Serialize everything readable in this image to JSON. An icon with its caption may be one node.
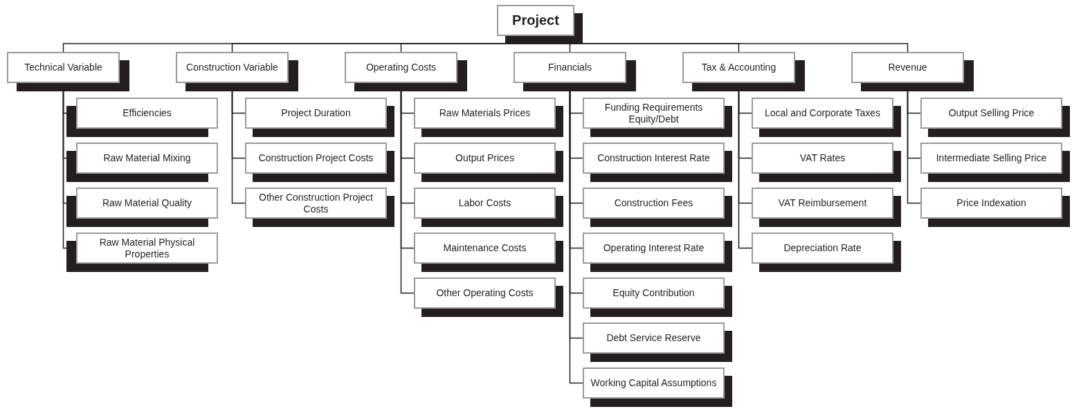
{
  "diagram": {
    "nodes": [
      {
        "text": [
          "Project"
        ]
      },
      {
        "text": [
          "Technical Variable"
        ]
      },
      {
        "text": [
          "Construction Variable"
        ]
      },
      {
        "text": [
          "Operating Costs"
        ]
      },
      {
        "text": [
          "Financials"
        ]
      },
      {
        "text": [
          "Tax & Accounting"
        ]
      },
      {
        "text": [
          "Revenue"
        ]
      },
      {
        "text": [
          "Efficiencies"
        ]
      },
      {
        "text": [
          "Raw Material Mixing"
        ]
      },
      {
        "text": [
          "Raw Material Quality"
        ]
      },
      {
        "text": [
          "Raw Material Physical Properties"
        ]
      },
      {
        "text": [
          "Project Duration"
        ]
      },
      {
        "text": [
          "Construction Project Costs"
        ]
      },
      {
        "text": [
          "Other Construction Project Costs"
        ]
      },
      {
        "text": [
          "Raw Materials Prices"
        ]
      },
      {
        "text": [
          "Output Prices"
        ]
      },
      {
        "text": [
          "Labor Costs"
        ]
      },
      {
        "text": [
          "Maintenance Costs"
        ]
      },
      {
        "text": [
          "Other Operating Costs"
        ]
      },
      {
        "text": [
          "Funding Requirements Equity/Debt"
        ]
      },
      {
        "text": [
          "Construction Interest Rate"
        ]
      },
      {
        "text": [
          "Construction Fees"
        ]
      },
      {
        "text": [
          "Operating Interest Rate"
        ]
      },
      {
        "text": [
          "Equity Contribution"
        ]
      },
      {
        "text": [
          "Debt Service Reserve"
        ]
      },
      {
        "text": [
          "Working Capital Assumptions"
        ]
      },
      {
        "text": [
          "Local and Corporate Taxes"
        ]
      },
      {
        "text": [
          "VAT Rates"
        ]
      },
      {
        "text": [
          "VAT Reimbursement"
        ]
      },
      {
        "text": [
          "Depreciation Rate"
        ]
      },
      {
        "text": [
          "Output Selling Price"
        ]
      },
      {
        "text": [
          "Intermediate Selling Price"
        ]
      },
      {
        "text": [
          "Price Indexation"
        ]
      }
    ],
    "edges": [
      {
        "from": 0,
        "to": 1,
        "arrow": "none"
      },
      {
        "from": 0,
        "to": 2,
        "arrow": "none"
      },
      {
        "from": 0,
        "to": 3,
        "arrow": "none"
      },
      {
        "from": 0,
        "to": 4,
        "arrow": "none"
      },
      {
        "from": 0,
        "to": 5,
        "arrow": "none"
      },
      {
        "from": 0,
        "to": 6,
        "arrow": "none"
      },
      {
        "from": 1,
        "to": 7,
        "arrow": "none"
      },
      {
        "from": 1,
        "to": 8,
        "arrow": "none"
      },
      {
        "from": 1,
        "to": 9,
        "arrow": "none"
      },
      {
        "from": 1,
        "to": 10,
        "arrow": "none"
      },
      {
        "from": 2,
        "to": 11,
        "arrow": "none"
      },
      {
        "from": 2,
        "to": 12,
        "arrow": "none"
      },
      {
        "from": 2,
        "to": 13,
        "arrow": "none"
      },
      {
        "from": 3,
        "to": 14,
        "arrow": "none"
      },
      {
        "from": 3,
        "to": 15,
        "arrow": "none"
      },
      {
        "from": 3,
        "to": 16,
        "arrow": "none"
      },
      {
        "from": 3,
        "to": 17,
        "arrow": "none"
      },
      {
        "from": 3,
        "to": 18,
        "arrow": "none"
      },
      {
        "from": 4,
        "to": 19,
        "arrow": "none"
      },
      {
        "from": 4,
        "to": 20,
        "arrow": "none"
      },
      {
        "from": 4,
        "to": 21,
        "arrow": "none"
      },
      {
        "from": 4,
        "to": 22,
        "arrow": "none"
      },
      {
        "from": 4,
        "to": 23,
        "arrow": "none"
      },
      {
        "from": 4,
        "to": 24,
        "arrow": "none"
      },
      {
        "from": 4,
        "to": 25,
        "arrow": "none"
      },
      {
        "from": 5,
        "to": 26,
        "arrow": "none"
      },
      {
        "from": 5,
        "to": 27,
        "arrow": "none"
      },
      {
        "from": 5,
        "to": 28,
        "arrow": "none"
      },
      {
        "from": 5,
        "to": 29,
        "arrow": "none"
      },
      {
        "from": 6,
        "to": 30,
        "arrow": "none"
      },
      {
        "from": 6,
        "to": 31,
        "arrow": "none"
      },
      {
        "from": 6,
        "to": 32,
        "arrow": "none"
      }
    ]
  }
}
